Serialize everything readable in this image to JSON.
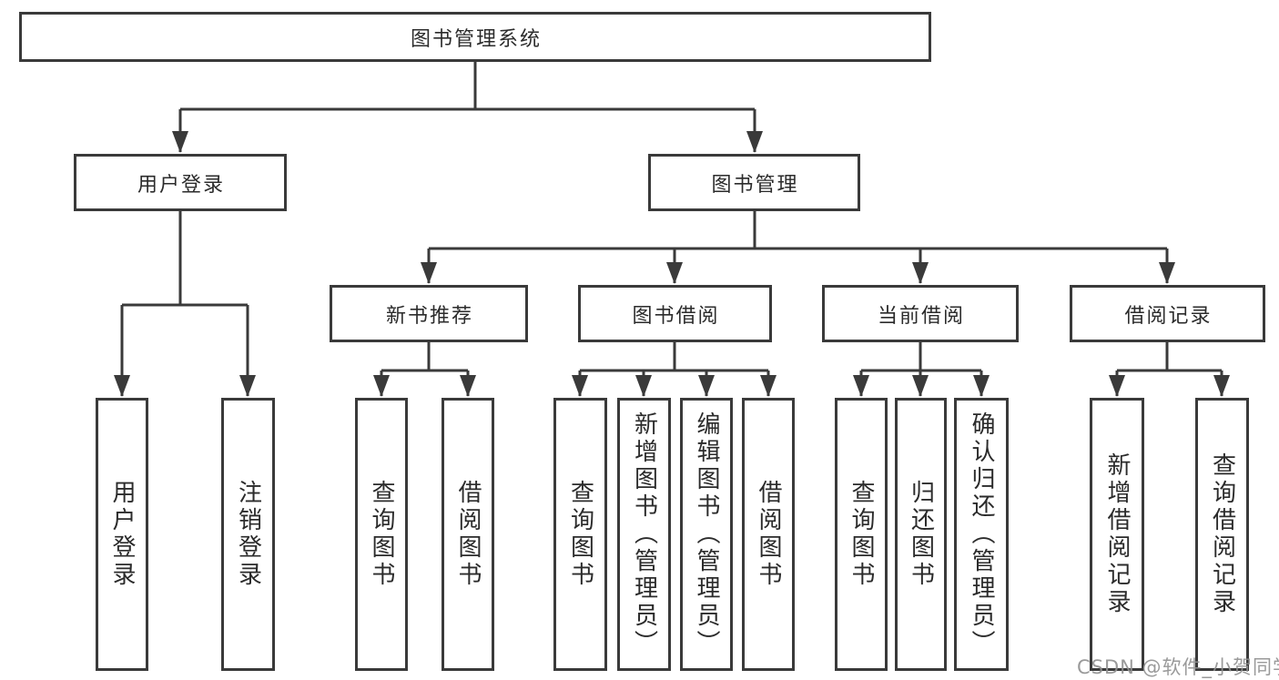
{
  "diagram_title": "图书管理系统",
  "tree": {
    "root": {
      "label": "图书管理系统"
    },
    "children": [
      {
        "label": "用户登录",
        "children": [
          {
            "label": "用户登录"
          },
          {
            "label": "注销登录"
          }
        ]
      },
      {
        "label": "图书管理",
        "children": [
          {
            "label": "新书推荐",
            "children": [
              {
                "label": "查询图书"
              },
              {
                "label": "借阅图书"
              }
            ]
          },
          {
            "label": "图书借阅",
            "children": [
              {
                "label": "查询图书"
              },
              {
                "label": "新增图书（管理员）"
              },
              {
                "label": "编辑图书（管理员）"
              },
              {
                "label": "借阅图书"
              }
            ]
          },
          {
            "label": "当前借阅",
            "children": [
              {
                "label": "查询图书"
              },
              {
                "label": "归还图书"
              },
              {
                "label": "确认归还（管理员）"
              }
            ]
          },
          {
            "label": "借阅记录",
            "children": [
              {
                "label": "新增借阅记录"
              },
              {
                "label": "查询借阅记录"
              }
            ]
          }
        ]
      }
    ]
  },
  "watermark": "CSDN @软件_小贺同学",
  "colors": {
    "line": "#3a3a3a",
    "box_border": "#3a3a3a",
    "text": "#2b2b2b",
    "watermark": "#919191",
    "background": "#ffffff"
  }
}
